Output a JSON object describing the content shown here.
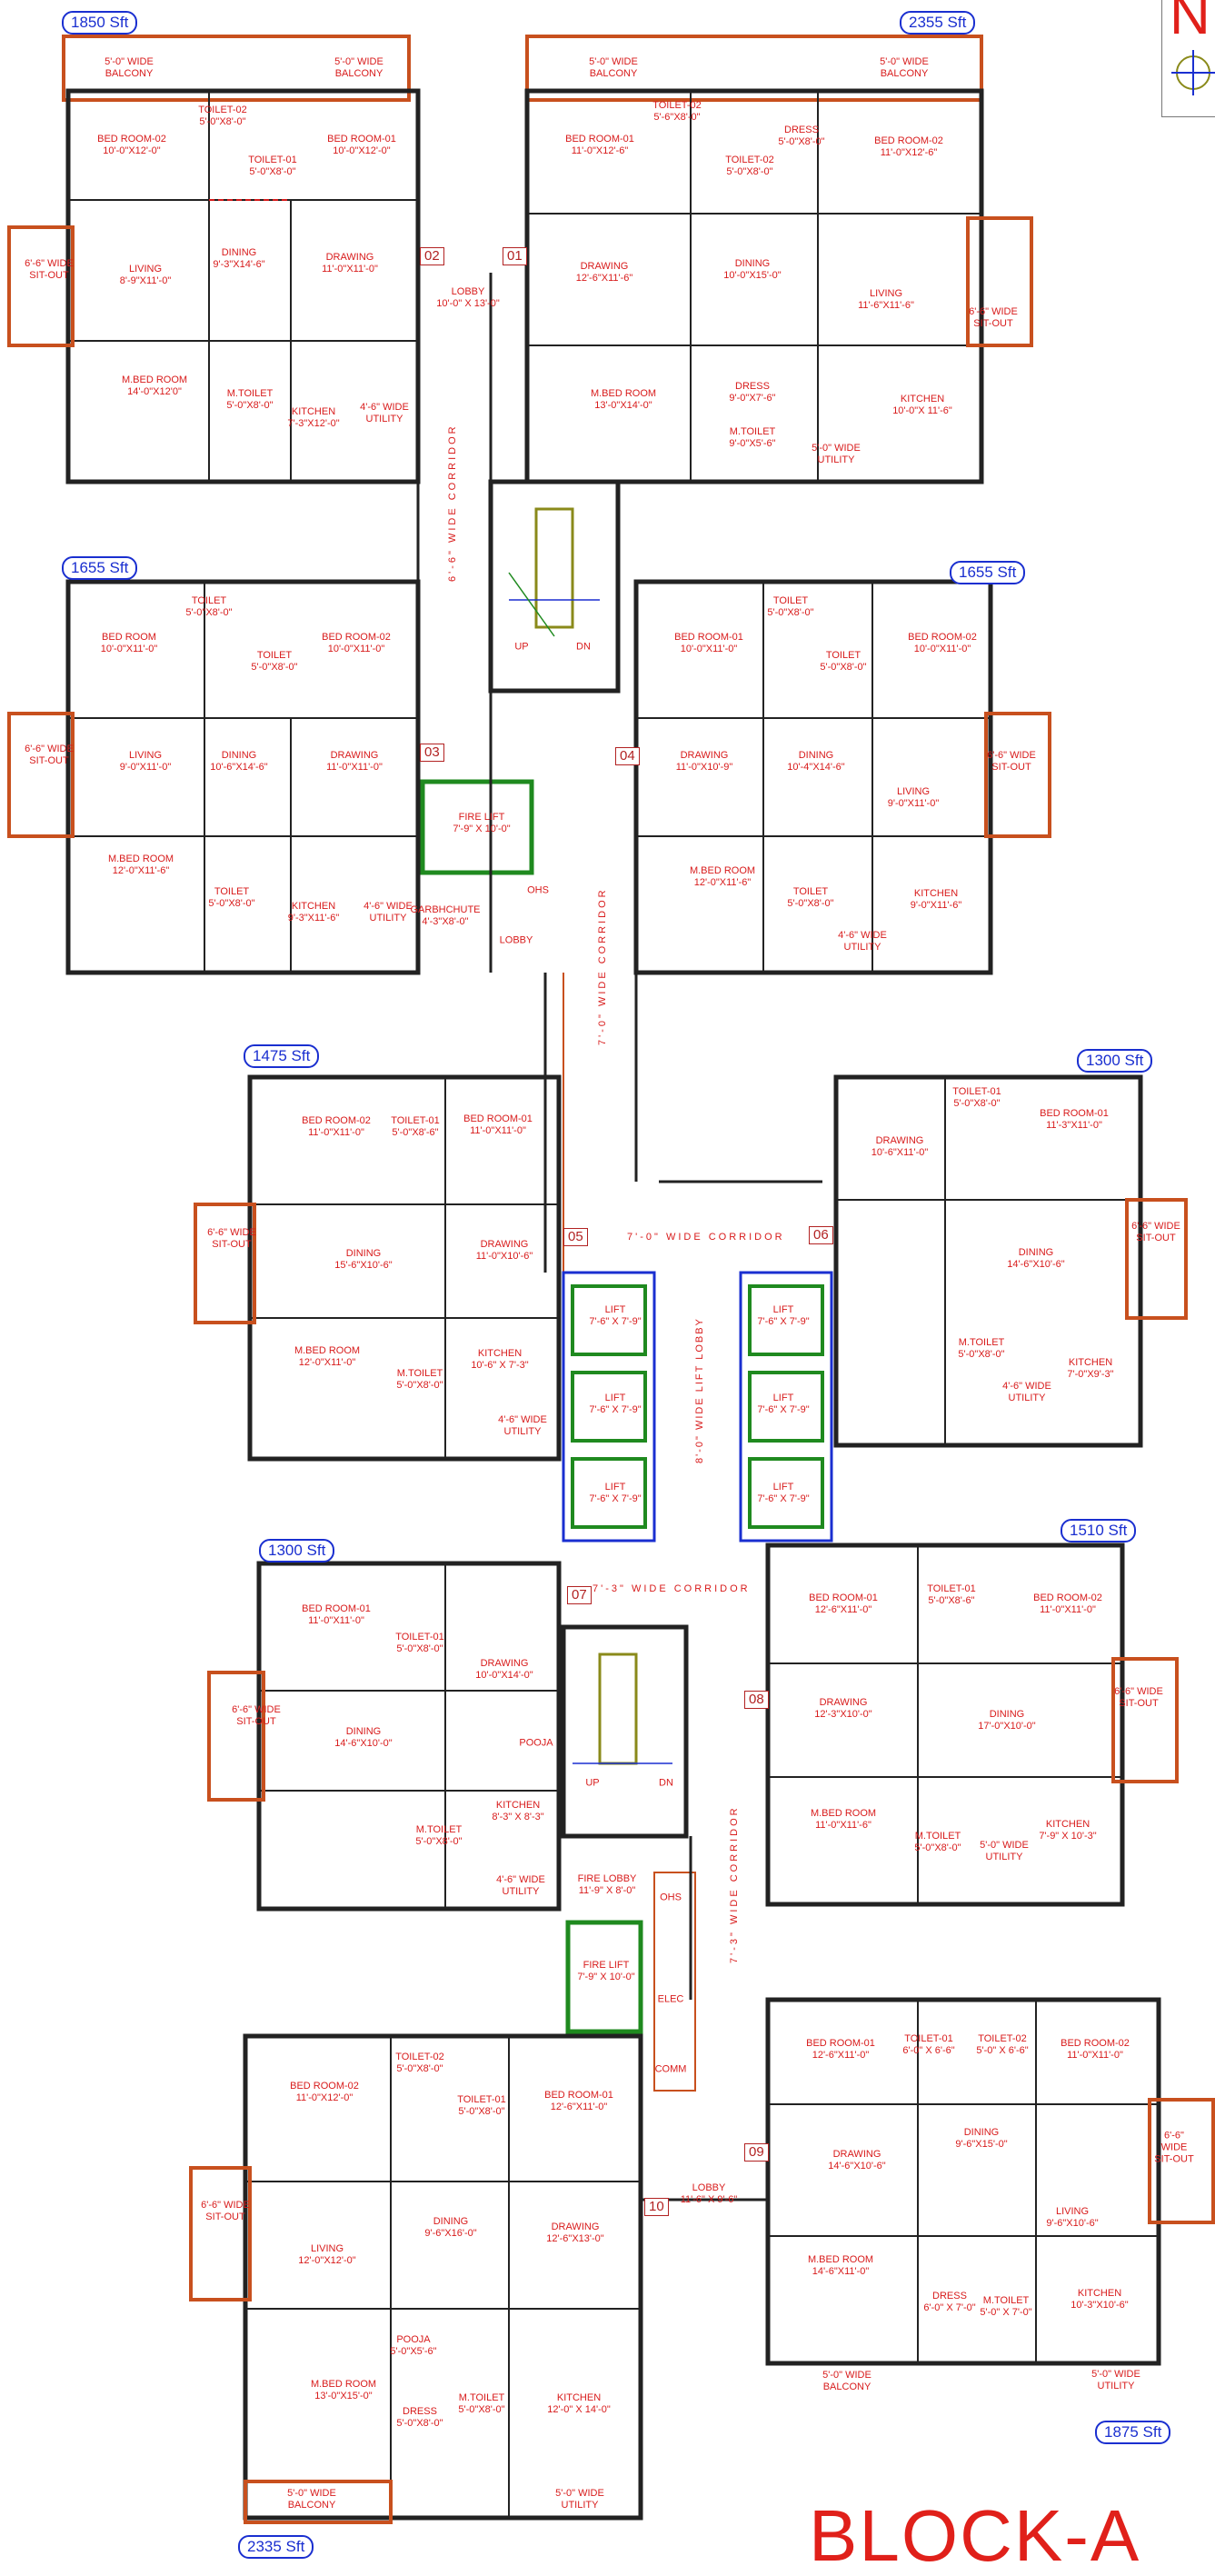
{
  "block_title": "BLOCK-A",
  "north_letter": "N",
  "colors": {
    "wall": "#222222",
    "balcony": "#c8501e",
    "tag": "#1a2fd0",
    "text": "#d81b1b",
    "lift": "#1f8a1f",
    "stair": "#8a8a1a",
    "furniture": "#a0522d"
  },
  "area_tags": [
    "1850 Sft",
    "2355 Sft",
    "1655 Sft",
    "1655 Sft",
    "1475 Sft",
    "1300 Sft",
    "1300 Sft",
    "1510 Sft",
    "2335 Sft",
    "1875 Sft"
  ],
  "unit_numbers": [
    "01",
    "02",
    "03",
    "04",
    "05",
    "06",
    "07",
    "08",
    "09",
    "10"
  ],
  "corridors": {
    "c1": "6'-6\" WIDE CORRIDOR",
    "c2": "7'-0\" WIDE CORRIDOR",
    "c3": "7'-0\" WIDE CORRIDOR",
    "c4": "7'-3\" WIDE CORRIDOR",
    "c5": "7'-3\" WIDE CORRIDOR",
    "lift_lobby": "8'-0\" WIDE LIFT LOBBY"
  },
  "labels": [
    {
      "id": "u1-balcony-l",
      "text": "5'-0\" WIDE\nBALCONY"
    },
    {
      "id": "u1-balcony-r",
      "text": "5'-0\" WIDE\nBALCONY"
    },
    {
      "id": "u1-bed2",
      "text": "BED ROOM-02\n10'-0\"X12'-0\""
    },
    {
      "id": "u1-toilet2",
      "text": "TOILET-02\n5'-0\"X8'-0\""
    },
    {
      "id": "u1-toilet1",
      "text": "TOILET-01\n5'-0\"X8'-0\""
    },
    {
      "id": "u1-bed1",
      "text": "BED ROOM-01\n10'-0\"X12'-0\""
    },
    {
      "id": "u1-sitout",
      "text": "6'-6\" WIDE\nSIT-OUT"
    },
    {
      "id": "u1-living",
      "text": "LIVING\n8'-9\"X11'-0\""
    },
    {
      "id": "u1-dining",
      "text": "DINING\n9'-3\"X14'-6\""
    },
    {
      "id": "u1-drawing",
      "text": "DRAWING\n11'-0\"X11'-0\""
    },
    {
      "id": "u1-mbed",
      "text": "M.BED ROOM\n14'-0\"X12'0\""
    },
    {
      "id": "u1-mtoilet",
      "text": "M.TOILET\n5'-0\"X8'-0\""
    },
    {
      "id": "u1-kitchen",
      "text": "KITCHEN\n7'-3\"X12'-0\""
    },
    {
      "id": "u1-utility",
      "text": "4'-6\" WIDE\nUTILITY"
    },
    {
      "id": "lobby1",
      "text": "LOBBY\n10'-0\" X 13'-0\""
    },
    {
      "id": "u2-balcony-l",
      "text": "5'-0\" WIDE\nBALCONY"
    },
    {
      "id": "u2-balcony-r",
      "text": "5'-0\" WIDE\nBALCONY"
    },
    {
      "id": "u2-bed1",
      "text": "BED ROOM-01\n11'-0\"X12'-6\""
    },
    {
      "id": "u2-toilet2",
      "text": "TOILET-02\n5'-6\"X8'-0\""
    },
    {
      "id": "u2-dress1",
      "text": "DRESS\n5'-0\"X8'-0\""
    },
    {
      "id": "u2-toilet1",
      "text": "TOILET-02\n5'-0\"X8'-0\""
    },
    {
      "id": "u2-bed2",
      "text": "BED ROOM-02\n11'-0\"X12'-6\""
    },
    {
      "id": "u2-drawing",
      "text": "DRAWING\n12'-6\"X11'-6\""
    },
    {
      "id": "u2-dining",
      "text": "DINING\n10'-0\"X15'-0\""
    },
    {
      "id": "u2-living",
      "text": "LIVING\n11'-6\"X11'-6\""
    },
    {
      "id": "u2-sitout",
      "text": "6'-6\" WIDE\nSIT-OUT"
    },
    {
      "id": "u2-mbed",
      "text": "M.BED ROOM\n13'-0\"X14'-0\""
    },
    {
      "id": "u2-dress2",
      "text": "DRESS\n9'-0\"X7'-6\""
    },
    {
      "id": "u2-mtoilet",
      "text": "M.TOILET\n9'-0\"X5'-6\""
    },
    {
      "id": "u2-kitchen",
      "text": "KITCHEN\n10'-0\"X 11'-6\""
    },
    {
      "id": "u2-utility",
      "text": "5'-0\" WIDE\nUTILITY"
    },
    {
      "id": "u3-toilet-a",
      "text": "TOILET\n5'-0\"X8'-0\""
    },
    {
      "id": "u3-bed1",
      "text": "BED ROOM\n10'-0\"X11'-0\""
    },
    {
      "id": "u3-toilet-b",
      "text": "TOILET\n5'-0\"X8'-0\""
    },
    {
      "id": "u3-bed2",
      "text": "BED ROOM-02\n10'-0\"X11'-0\""
    },
    {
      "id": "u3-sitout",
      "text": "6'-6\" WIDE\nSIT-OUT"
    },
    {
      "id": "u3-living",
      "text": "LIVING\n9'-0\"X11'-0\""
    },
    {
      "id": "u3-dining",
      "text": "DINING\n10'-6\"X14'-6\""
    },
    {
      "id": "u3-drawing",
      "text": "DRAWING\n11'-0\"X11'-0\""
    },
    {
      "id": "u3-mbed",
      "text": "M.BED ROOM\n12'-0\"X11'-6\""
    },
    {
      "id": "u3-toilet-c",
      "text": "TOILET\n5'-0\"X8'-0\""
    },
    {
      "id": "u3-kitchen",
      "text": "KITCHEN\n9'-3\"X11'-6\""
    },
    {
      "id": "u3-utility",
      "text": "4'-6\" WIDE\nUTILITY"
    },
    {
      "id": "fire-lift-1",
      "text": "FIRE LIFT\n7'-9\" X 10'-0\""
    },
    {
      "id": "garbage",
      "text": "GARBHCHUTE\n4'-3\"X8'-0\""
    },
    {
      "id": "lobby2",
      "text": "LOBBY"
    },
    {
      "id": "u4-bed1",
      "text": "BED ROOM-01\n10'-0\"X11'-0\""
    },
    {
      "id": "u4-toilet-a",
      "text": "TOILET\n5'-0\"X8'-0\""
    },
    {
      "id": "u4-toilet-b",
      "text": "TOILET\n5'-0\"X8'-0\""
    },
    {
      "id": "u4-bed2",
      "text": "BED ROOM-02\n10'-0\"X11'-0\""
    },
    {
      "id": "u4-drawing",
      "text": "DRAWING\n11'-0\"X10'-9\""
    },
    {
      "id": "u4-dining",
      "text": "DINING\n10'-4\"X14'-6\""
    },
    {
      "id": "u4-living",
      "text": "LIVING\n9'-0\"X11'-0\""
    },
    {
      "id": "u4-sitout",
      "text": "6'-6\" WIDE\nSIT-OUT"
    },
    {
      "id": "u4-mbed",
      "text": "M.BED ROOM\n12'-0\"X11'-6\""
    },
    {
      "id": "u4-toilet-c",
      "text": "TOILET\n5'-0\"X8'-0\""
    },
    {
      "id": "u4-kitchen",
      "text": "KITCHEN\n9'-0\"X11'-6\""
    },
    {
      "id": "u4-utility",
      "text": "4'-6\" WIDE\nUTILITY"
    },
    {
      "id": "u5-bed2",
      "text": "BED ROOM-02\n11'-0\"X11'-0\""
    },
    {
      "id": "u5-toilet1",
      "text": "TOILET-01\n5'-0\"X8'-6\""
    },
    {
      "id": "u5-bed1",
      "text": "BED ROOM-01\n11'-0\"X11'-0\""
    },
    {
      "id": "u5-sitout",
      "text": "6'-6\" WIDE\nSIT-OUT"
    },
    {
      "id": "u5-dining",
      "text": "DINING\n15'-6\"X10'-6\""
    },
    {
      "id": "u5-drawing",
      "text": "DRAWING\n11'-0\"X10'-6\""
    },
    {
      "id": "u5-mbed",
      "text": "M.BED ROOM\n12'-0\"X11'-0\""
    },
    {
      "id": "u5-mtoilet",
      "text": "M.TOILET\n5'-0\"X8'-0\""
    },
    {
      "id": "u5-kitchen",
      "text": "KITCHEN\n10'-6\" X 7'-3\""
    },
    {
      "id": "u5-utility",
      "text": "4'-6\" WIDE\nUTILITY"
    },
    {
      "id": "lift1",
      "text": "LIFT\n7'-6\" X 7'-9\""
    },
    {
      "id": "lift2",
      "text": "LIFT\n7'-6\" X 7'-9\""
    },
    {
      "id": "lift3",
      "text": "LIFT\n7'-6\" X 7'-9\""
    },
    {
      "id": "lift4",
      "text": "LIFT\n7'-6\" X 7'-9\""
    },
    {
      "id": "lift5",
      "text": "LIFT\n7'-6\" X 7'-9\""
    },
    {
      "id": "lift6",
      "text": "LIFT\n7'-6\" X 7'-9\""
    },
    {
      "id": "u6-toilet1",
      "text": "TOILET-01\n5'-0\"X8'-0\""
    },
    {
      "id": "u6-drawing",
      "text": "DRAWING\n10'-6\"X11'-0\""
    },
    {
      "id": "u6-bed",
      "text": "BED ROOM-01\n11'-3\"X11'-0\""
    },
    {
      "id": "u6-dining",
      "text": "DINING\n14'-6\"X10'-6\""
    },
    {
      "id": "u6-sitout",
      "text": "6'-6\" WIDE\nSIT-OUT"
    },
    {
      "id": "u6-mtoilet",
      "text": "M.TOILET\n5'-0\"X8'-0\""
    },
    {
      "id": "u6-kitchen",
      "text": "KITCHEN\n7'-0\"X9'-3\""
    },
    {
      "id": "u6-utility",
      "text": "4'-6\" WIDE\nUTILITY"
    },
    {
      "id": "u7-bed1",
      "text": "BED ROOM-01\n11'-0\"X11'-0\""
    },
    {
      "id": "u7-toilet1",
      "text": "TOILET-01\n5'-0\"X8'-0\""
    },
    {
      "id": "u7-drawing",
      "text": "DRAWING\n10'-0\"X14'-0\""
    },
    {
      "id": "u7-sitout",
      "text": "6'-6\" WIDE\nSIT-OUT"
    },
    {
      "id": "u7-dining",
      "text": "DINING\n14'-6\"X10'-0\""
    },
    {
      "id": "u7-mtoilet",
      "text": "M.TOILET\n5'-0\"X8'-0\""
    },
    {
      "id": "u7-kitchen",
      "text": "KITCHEN\n8'-3\" X 8'-3\""
    },
    {
      "id": "u7-utility",
      "text": "4'-6\" WIDE\nUTILITY"
    },
    {
      "id": "pooja1",
      "text": "POOJA"
    },
    {
      "id": "fire-lobby",
      "text": "FIRE LOBBY\n11'-9\" X 8'-0\""
    },
    {
      "id": "fire-lift-2",
      "text": "FIRE LIFT\n7'-9\" X 10'-0\""
    },
    {
      "id": "u8-bed1",
      "text": "BED ROOM-01\n12'-6\"X11'-0\""
    },
    {
      "id": "u8-toilet1",
      "text": "TOILET-01\n5'-0\"X8'-6\""
    },
    {
      "id": "u8-bed2",
      "text": "BED ROOM-02\n11'-0\"X11'-0\""
    },
    {
      "id": "u8-drawing",
      "text": "DRAWING\n12'-3\"X10'-0\""
    },
    {
      "id": "u8-dining",
      "text": "DINING\n17'-0\"X10'-0\""
    },
    {
      "id": "u8-sitout",
      "text": "6'-6\" WIDE\nSIT-OUT"
    },
    {
      "id": "u8-mbed",
      "text": "M.BED ROOM\n11'-0\"X11'-6\""
    },
    {
      "id": "u8-mtoilet",
      "text": "M.TOILET\n5'-0\"X8'-0\""
    },
    {
      "id": "u8-kitchen",
      "text": "KITCHEN\n7'-9\" X 10'-3\""
    },
    {
      "id": "u8-utility",
      "text": "5'-0\" WIDE\nUTILITY"
    },
    {
      "id": "u10-bed2",
      "text": "BED ROOM-02\n11'-0\"X12'-0\""
    },
    {
      "id": "u10-toilet2",
      "text": "TOILET-02\n5'-0\"X8'-0\""
    },
    {
      "id": "u10-toilet1",
      "text": "TOILET-01\n5'-0\"X8'-0\""
    },
    {
      "id": "u10-bed1",
      "text": "BED ROOM-01\n12'-6\"X11'-0\""
    },
    {
      "id": "u10-sitout",
      "text": "6'-6\" WIDE\nSIT-OUT"
    },
    {
      "id": "u10-living",
      "text": "LIVING\n12'-0\"X12'-0\""
    },
    {
      "id": "u10-dining",
      "text": "DINING\n9'-6\"X16'-0\""
    },
    {
      "id": "u10-drawing",
      "text": "DRAWING\n12'-6\"X13'-0\""
    },
    {
      "id": "u10-pooja",
      "text": "POOJA\n5'-0\"X5'-6\""
    },
    {
      "id": "u10-mbed",
      "text": "M.BED ROOM\n13'-0\"X15'-0\""
    },
    {
      "id": "u10-dress",
      "text": "DRESS\n5'-0\"X8'-0\""
    },
    {
      "id": "u10-mtoilet",
      "text": "M.TOILET\n5'-0\"X8'-0\""
    },
    {
      "id": "u10-kitchen",
      "text": "KITCHEN\n12'-0\" X 14'-0\""
    },
    {
      "id": "u10-balcony",
      "text": "5'-0\" WIDE\nBALCONY"
    },
    {
      "id": "u10-utility",
      "text": "5'-0\" WIDE\nUTILITY"
    },
    {
      "id": "lobby3",
      "text": "LOBBY\n11'-6\" X 9'-6\""
    },
    {
      "id": "u9-bed1",
      "text": "BED ROOM-01\n12'-6\"X11'-0\""
    },
    {
      "id": "u9-toilet1",
      "text": "TOILET-01\n6'-0\" X 6'-6\""
    },
    {
      "id": "u9-toilet2",
      "text": "TOILET-02\n5'-0\" X 6'-6\""
    },
    {
      "id": "u9-bed2",
      "text": "BED ROOM-02\n11'-0\"X11'-0\""
    },
    {
      "id": "u9-drawing",
      "text": "DRAWING\n14'-6\"X10'-6\""
    },
    {
      "id": "u9-dining",
      "text": "DINING\n9'-6\"X15'-0\""
    },
    {
      "id": "u9-living",
      "text": "LIVING\n9'-6\"X10'-6\""
    },
    {
      "id": "u9-sitout",
      "text": "6'-6\" WIDE\nSIT-OUT"
    },
    {
      "id": "u9-mbed",
      "text": "M.BED ROOM\n14'-6\"X11'-0\""
    },
    {
      "id": "u9-dress",
      "text": "DRESS\n6'-0\" X 7'-0\""
    },
    {
      "id": "u9-mtoilet",
      "text": "M.TOILET\n5'-0\" X 7'-0\""
    },
    {
      "id": "u9-kitchen",
      "text": "KITCHEN\n10'-3\"X10'-6\""
    },
    {
      "id": "u9-balcony",
      "text": "5'-0\" WIDE\nBALCONY"
    },
    {
      "id": "u9-utility",
      "text": "5'-0\" WIDE\nUTILITY"
    },
    {
      "id": "shaft-ohs",
      "text": "OHS"
    },
    {
      "id": "shaft-ohs2",
      "text": "OHS"
    },
    {
      "id": "shaft-comm",
      "text": "COMM"
    },
    {
      "id": "shaft-elec",
      "text": "ELEC"
    },
    {
      "id": "stair-up",
      "text": "UP"
    },
    {
      "id": "stair-dn",
      "text": "DN"
    },
    {
      "id": "stair2-up",
      "text": "UP"
    },
    {
      "id": "stair2-dn",
      "text": "DN"
    }
  ]
}
